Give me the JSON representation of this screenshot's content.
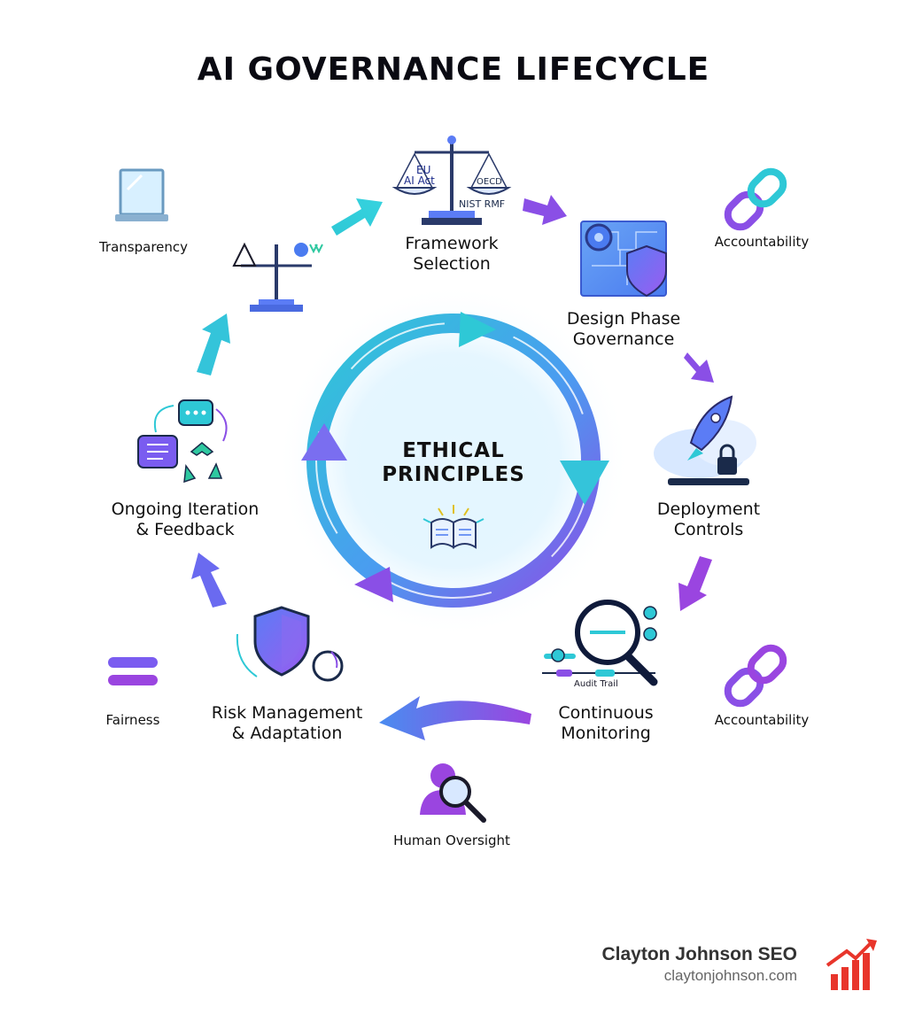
{
  "title": "AI GOVERNANCE LIFECYCLE",
  "center": {
    "line1": "ETHICAL",
    "line2": "PRINCIPLES"
  },
  "stages": {
    "framework": {
      "line1": "Framework",
      "line2": "Selection",
      "icon": "scales-icon",
      "icon_text": {
        "eu1": "EU",
        "eu2": "AI Act",
        "oecd": "OECD",
        "nist": "NIST RMF"
      }
    },
    "design": {
      "line1": "Design Phase",
      "line2": "Governance",
      "icon": "blueprint-shield-icon"
    },
    "deployment": {
      "line1": "Deployment",
      "line2": "Controls",
      "icon": "rocket-cloud-lock-icon"
    },
    "monitoring": {
      "line1": "Continuous",
      "line2": "Monitoring",
      "icon": "magnifier-audit-icon",
      "icon_text": {
        "audit": "Audit Trail"
      }
    },
    "risk": {
      "line1": "Risk Management",
      "line2": "& Adaptation",
      "icon": "shield-icon"
    },
    "iteration": {
      "line1": "Ongoing Iteration",
      "line2": "& Feedback",
      "icon": "feedback-recycle-icon"
    }
  },
  "pillars": {
    "transparency": {
      "label": "Transparency",
      "icon": "glass-panel-icon"
    },
    "accountability_top": {
      "label": "Accountability",
      "icon": "chain-link-icon"
    },
    "accountability_bottom": {
      "label": "Accountability",
      "icon": "chain-link-icon"
    },
    "fairness": {
      "label": "Fairness",
      "icon": "equals-icon"
    },
    "human_oversight": {
      "label": "Human Oversight",
      "icon": "person-magnifier-icon"
    }
  },
  "brand": {
    "name": "Clayton Johnson SEO",
    "url": "claytonjohnson.com",
    "icon": "bar-chart-growth-icon"
  },
  "colors": {
    "teal": "#2ec8d6",
    "purple": "#8a4fe6",
    "blue": "#4a7bf0",
    "dark": "#0a0a12",
    "brand_red": "#e8352b"
  }
}
